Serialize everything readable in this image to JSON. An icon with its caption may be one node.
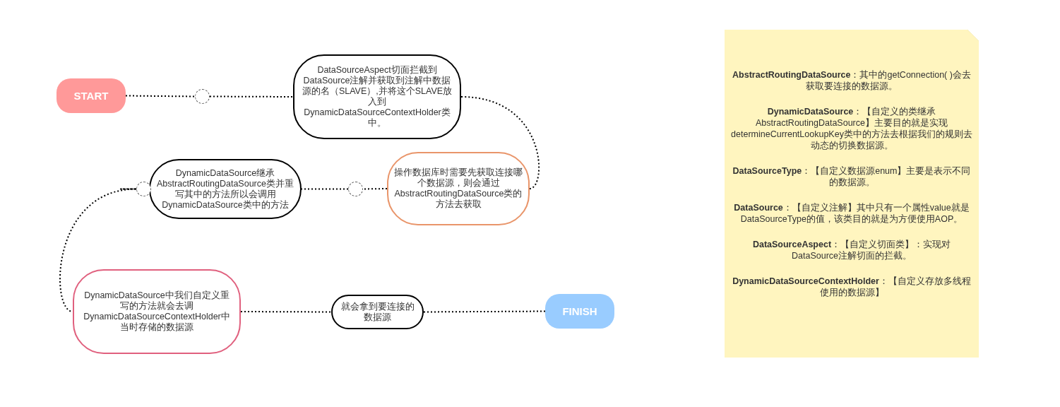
{
  "diagram": {
    "nodes": [
      {
        "text": [
          "START"
        ]
      },
      {
        "text": [],
        "shape": "circle"
      },
      {
        "text": [
          "DataSourceAspect切面拦截到DataSource注解并获取到注解中数据源的名（SLAVE）,并将这个SLAVE放入到DynamicDataSourceContextHolder类中。"
        ]
      },
      {
        "text": [
          "操作数据库时需要先获取连接哪个数据源，则会通过AbstractRoutingDataSource类的方法去获取"
        ]
      },
      {
        "text": [],
        "shape": "circle"
      },
      {
        "text": [
          "DynamicDataSource继承AbstractRoutingDataSource类并重写其中的方法所以会调用DynamicDataSource类中的方法"
        ]
      },
      {
        "text": [],
        "shape": "circle"
      },
      {
        "text": [
          "DynamicDataSource中我们自定义重写的方法就会去调DynamicDataSourceContextHolder中当时存储的数据源"
        ]
      },
      {
        "text": [
          "就会拿到要连接的数据源"
        ]
      },
      {
        "text": [
          "FINISH"
        ]
      },
      {
        "text": [
          "**AbstractRoutingDataSource**：其中的getConnection( )会去获取要连接的数据源。",
          "**DynamicDataSource**：【自定义的类继承AbstractRoutingDataSource】主要目的就是实现determineCurrentLookupKey类中的方法去根据我们的规则去动态的切换数据源。",
          "**DataSourceType**：【自定义数据源enum】主要是表示不同的数据源。",
          "**DataSource**：【自定义注解】其中只有一个属性value就是DataSourceType的值，该类目的就是为方便使用AOP。",
          "**DataSourceAspect**：【自定义切面类】：实现对DataSource注解切面的拦截。",
          "**DynamicDataSourceContextHolder**：【自定义存放多线程使用的数据源】"
        ]
      }
    ],
    "edges": [
      {
        "from": 0,
        "to": 1,
        "arrow": "none"
      },
      {
        "from": 1,
        "to": 2,
        "arrow": "none"
      },
      {
        "from": 2,
        "to": 3,
        "arrow": "none"
      },
      {
        "from": 3,
        "to": 4,
        "arrow": "none"
      },
      {
        "from": 4,
        "to": 5,
        "arrow": "none"
      },
      {
        "from": 5,
        "to": 6,
        "arrow": "none"
      },
      {
        "from": 6,
        "to": 7,
        "arrow": "none"
      },
      {
        "from": 7,
        "to": 8,
        "arrow": "none"
      },
      {
        "from": 8,
        "to": 9,
        "arrow": "none"
      }
    ]
  }
}
